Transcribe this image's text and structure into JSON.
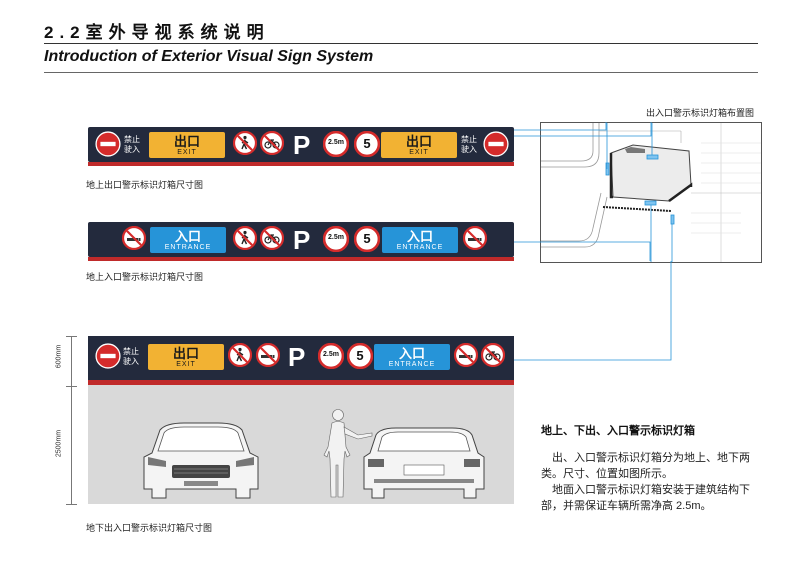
{
  "header": {
    "title_cn": "2.2室外导视系统说明",
    "title_en": "Introduction of Exterior Visual Sign System"
  },
  "signs": {
    "exit_label_cn": "出口",
    "exit_label_en": "EXIT",
    "entrance_label_cn": "入口",
    "entrance_label_en": "ENTRANCE",
    "no_entry_cn": "禁止驶入",
    "height_limit": "2.5m",
    "speed_limit": "5",
    "parking": "P"
  },
  "captions": {
    "ground_exit": "地上出口警示标识灯箱尺寸图",
    "ground_entrance": "地上入口警示标识灯箱尺寸图",
    "underground": "地下出入口警示标识灯箱尺寸图",
    "layout_map": "出入口警示标识灯箱布置图"
  },
  "dimensions": {
    "sign_height": "600mm",
    "clearance_height": "2500mm"
  },
  "description": {
    "title": "地上、下出、入口警示标识灯箱",
    "para1": "出、入口警示标识灯箱分为地上、地下两类。尺寸、位置如图所示。",
    "para2": "地面入口警示标识灯箱安装于建筑结构下部，并需保证车辆所需净高 2.5m。"
  },
  "colors": {
    "sign_bg": "#232a3d",
    "exit_yellow": "#f2b233",
    "entrance_blue": "#2694d8",
    "accent_red": "#c02a2a"
  }
}
